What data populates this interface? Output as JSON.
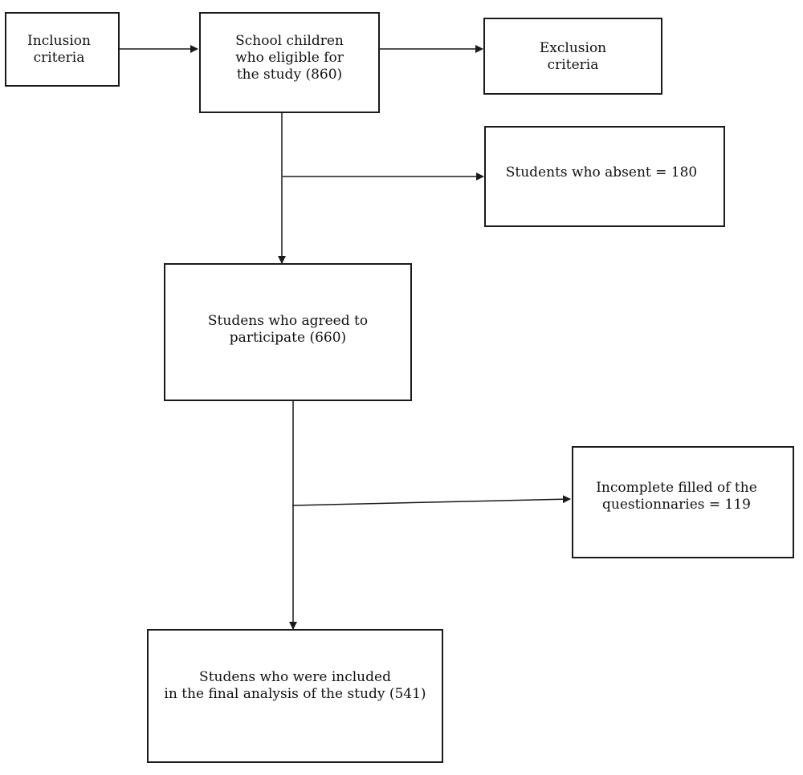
{
  "boxes": {
    "inclusion": "Inclusion\ncriteria",
    "eligible": "School children\nwho eligible for\nthe study (860)",
    "exclusion": "Exclusion\ncriteria",
    "absent": "Students who absent = 180",
    "agreed": "Studens who agreed to\nparticipate (660)",
    "incomplete": "Incomplete filled of the\nquestionnaries = 119",
    "included": "Studens who were included\nin the final analysis of the study (541)"
  },
  "colors": {
    "line": "#1a1a1a",
    "background": "#ffffff"
  }
}
